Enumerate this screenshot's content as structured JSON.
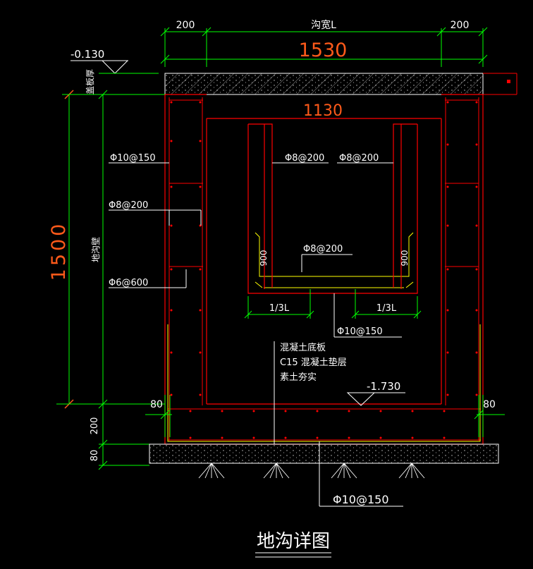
{
  "title": "地沟详图",
  "dimensions": {
    "top_left": "200",
    "top_center": "沟宽L",
    "top_right": "200",
    "overall_width": "1530",
    "inner_width": "1130",
    "overall_height": "1500",
    "bottom_left_wall": "80",
    "bottom_right_wall": "80",
    "slab_thickness": "200",
    "cushion_thickness": "80",
    "bracket_height_left": "900",
    "bracket_height_right": "900",
    "third_left": "1/3L",
    "third_right": "1/3L"
  },
  "elevations": {
    "top": "-0.130",
    "bottom": "-1.730"
  },
  "labels": {
    "cover_plate": "盖板厚",
    "wall_label": "地沟壁",
    "rebar_wall_outer": "Φ10@150",
    "rebar_left_top": "Φ8@200",
    "rebar_left_bottom": "Φ6@600",
    "rebar_inner_left": "Φ8@200",
    "rebar_inner_right": "Φ8@200",
    "rebar_bracket": "Φ8@200",
    "rebar_bracket_bottom": "Φ10@150",
    "rebar_base": "Φ10@150"
  },
  "notes": {
    "line1": "混凝土底板",
    "line2": "C15 混凝土垫层",
    "line3": "素土夯实"
  },
  "colors": {
    "background": "#000000",
    "dimension_green": "#00ff00",
    "concrete_red": "#ff0000",
    "text_white": "#ffffff",
    "dim_orange": "#ff5a1a",
    "rebar_yellow": "#ffff00"
  }
}
